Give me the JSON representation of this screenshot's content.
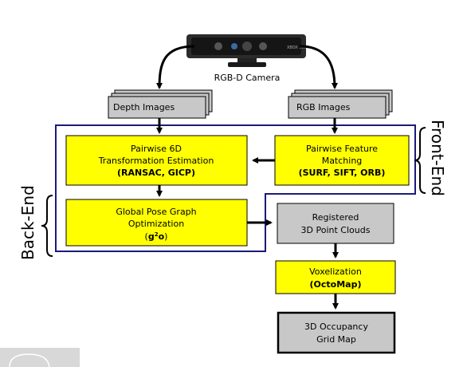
{
  "camera": {
    "label": "RGB-D Camera",
    "brand_text": "XBOX 360"
  },
  "inputs": {
    "depth": "Depth Images",
    "rgb": "RGB Images"
  },
  "frontend": {
    "label": "Front-End",
    "feature_matching": {
      "line1": "Pairwise Feature",
      "line2": "Matching",
      "line3": "(SURF, SIFT, ORB)"
    }
  },
  "backend": {
    "label": "Back-End",
    "transform_estimation": {
      "line1": "Pairwise 6D",
      "line2": "Transformation Estimation",
      "line3": "(RANSAC, GICP)"
    },
    "pose_graph": {
      "line1": "Global Pose Graph",
      "line2": "Optimization",
      "line3_open": "(",
      "line3_bold": "g",
      "line3_sup": "2",
      "line3_bold2": "o",
      "line3_close": ")"
    }
  },
  "outputs": {
    "point_clouds": {
      "line1": "Registered",
      "line2": "3D Point Clouds"
    },
    "voxelization": {
      "line1": "Voxelization",
      "line2": "(OctoMap)"
    },
    "occupancy": {
      "line1": "3D Occupancy",
      "line2": "Grid Map"
    }
  },
  "colors": {
    "process_fill": "#ffff00",
    "data_fill": "#c8c8c8",
    "frame_stroke": "#1a1a7a",
    "arrow": "#000000"
  }
}
